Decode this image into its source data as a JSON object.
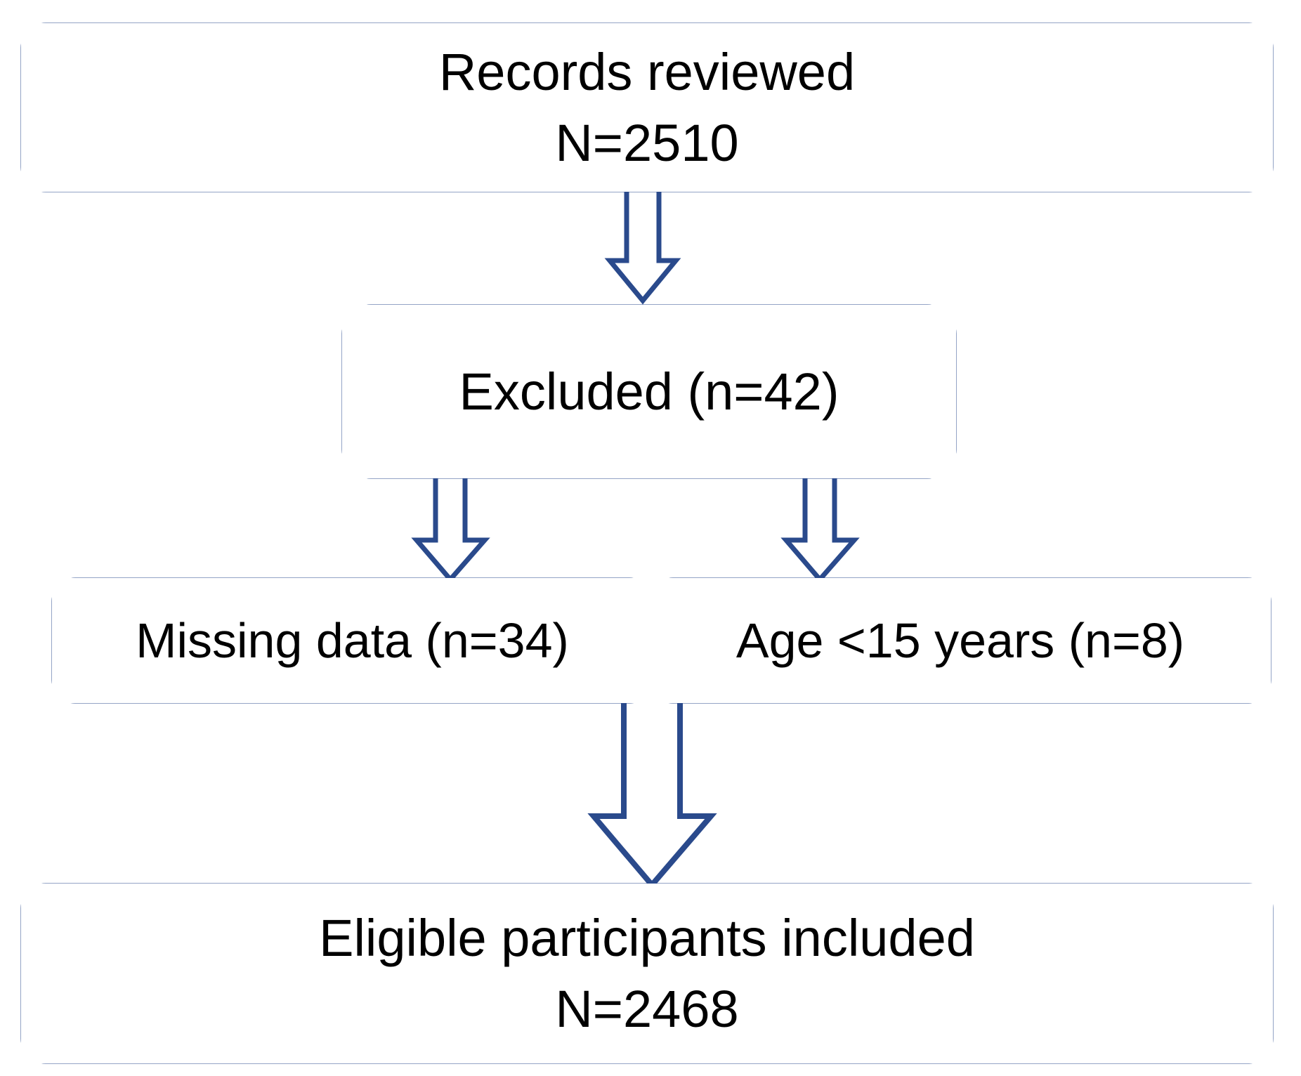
{
  "diagram": {
    "type": "flowchart",
    "title": "Study participant selection flow diagram",
    "colors": {
      "box_border": "#2a4a8c",
      "arrow_stroke": "#2a4a8c",
      "arrow_fill": "#ffffff",
      "text": "#000000",
      "background": "#ffffff"
    },
    "nodes": [
      {
        "id": "records-reviewed",
        "line1": "Records reviewed",
        "line2": "N=2510",
        "count": 2510
      },
      {
        "id": "excluded",
        "line1": "Excluded (n=42)",
        "count": 42
      },
      {
        "id": "missing-data",
        "line1": "Missing data (n=34)",
        "count": 34
      },
      {
        "id": "age-under-15",
        "line1": "Age <15 years (n=8)",
        "count": 8
      },
      {
        "id": "eligible-included",
        "line1": "Eligible participants included",
        "line2": "N=2468",
        "count": 2468
      }
    ],
    "edges": [
      {
        "id": "records-to-excluded",
        "from": "records-reviewed",
        "to": "excluded",
        "label": ""
      },
      {
        "id": "excluded-to-missing",
        "from": "excluded",
        "to": "missing-data",
        "label": ""
      },
      {
        "id": "excluded-to-age",
        "from": "excluded",
        "to": "age-under-15",
        "label": ""
      },
      {
        "id": "split-to-eligible",
        "from": "missing-data",
        "to": "eligible-included",
        "label": ""
      }
    ]
  }
}
